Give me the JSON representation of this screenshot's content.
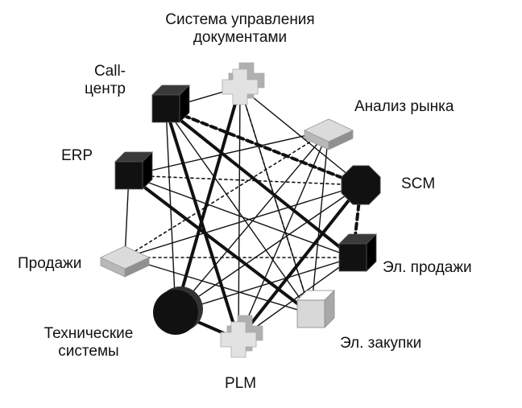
{
  "nodes": [
    {
      "id": "docs",
      "label_lines": [
        "Система управления",
        "документами"
      ],
      "shape": "cross",
      "color": "#e2e2e2"
    },
    {
      "id": "call",
      "label_lines": [
        "Call-",
        "центр"
      ],
      "shape": "cube",
      "color": "#111111"
    },
    {
      "id": "market",
      "label_lines": [
        "Анализ рынка"
      ],
      "shape": "plate",
      "color": "#b8b8b8"
    },
    {
      "id": "erp",
      "label_lines": [
        "ERP"
      ],
      "shape": "cube",
      "color": "#111111"
    },
    {
      "id": "scm",
      "label_lines": [
        "SCM"
      ],
      "shape": "octagon",
      "color": "#111111"
    },
    {
      "id": "sales",
      "label_lines": [
        "Продажи"
      ],
      "shape": "plate",
      "color": "#b8b8b8"
    },
    {
      "id": "esales",
      "label_lines": [
        "Эл. продажи"
      ],
      "shape": "cube",
      "color": "#111111"
    },
    {
      "id": "tech",
      "label_lines": [
        "Технические",
        "системы"
      ],
      "shape": "cylinder",
      "color": "#111111"
    },
    {
      "id": "eproc",
      "label_lines": [
        "Эл. закупки"
      ],
      "shape": "cube",
      "color": "#d8d8d8"
    },
    {
      "id": "plm",
      "label_lines": [
        "PLM"
      ],
      "shape": "cross",
      "color": "#e2e2e2"
    }
  ],
  "edges": [
    {
      "from": "call",
      "to": "esales",
      "style": "bold"
    },
    {
      "from": "call",
      "to": "plm",
      "style": "bold"
    },
    {
      "from": "call",
      "to": "scm",
      "style": "thin"
    },
    {
      "from": "call",
      "to": "eproc",
      "style": "thin"
    },
    {
      "from": "call",
      "to": "tech",
      "style": "thin"
    },
    {
      "from": "docs",
      "to": "tech",
      "style": "bold"
    },
    {
      "from": "docs",
      "to": "scm",
      "style": "thin"
    },
    {
      "from": "docs",
      "to": "plm",
      "style": "thin"
    },
    {
      "from": "docs",
      "to": "call",
      "style": "thin"
    },
    {
      "from": "erp",
      "to": "scm",
      "style": "dotted"
    },
    {
      "from": "erp",
      "to": "eproc",
      "style": "bold"
    },
    {
      "from": "erp",
      "to": "market",
      "style": "thin"
    },
    {
      "from": "erp",
      "to": "sales",
      "style": "thin"
    },
    {
      "from": "call",
      "to": "scm",
      "style": "dashed-bold"
    },
    {
      "from": "scm",
      "to": "esales",
      "style": "dashed-bold"
    },
    {
      "from": "scm",
      "to": "sales",
      "style": "thin"
    },
    {
      "from": "scm",
      "to": "plm",
      "style": "bold"
    },
    {
      "from": "market",
      "to": "tech",
      "style": "thin"
    },
    {
      "from": "market",
      "to": "sales",
      "style": "dotted"
    },
    {
      "from": "market",
      "to": "plm",
      "style": "thin"
    },
    {
      "from": "sales",
      "to": "esales",
      "style": "dotted"
    },
    {
      "from": "sales",
      "to": "eproc",
      "style": "thin"
    },
    {
      "from": "tech",
      "to": "esales",
      "style": "thin"
    },
    {
      "from": "tech",
      "to": "scm",
      "style": "thin"
    },
    {
      "from": "tech",
      "to": "plm",
      "style": "bold"
    },
    {
      "from": "esales",
      "to": "plm",
      "style": "thin"
    },
    {
      "from": "esales",
      "to": "erp",
      "style": "thin"
    },
    {
      "from": "eproc",
      "to": "docs",
      "style": "thin"
    },
    {
      "from": "eproc",
      "to": "market",
      "style": "thin"
    },
    {
      "from": "docs",
      "to": "eproc",
      "style": "dotted"
    }
  ]
}
